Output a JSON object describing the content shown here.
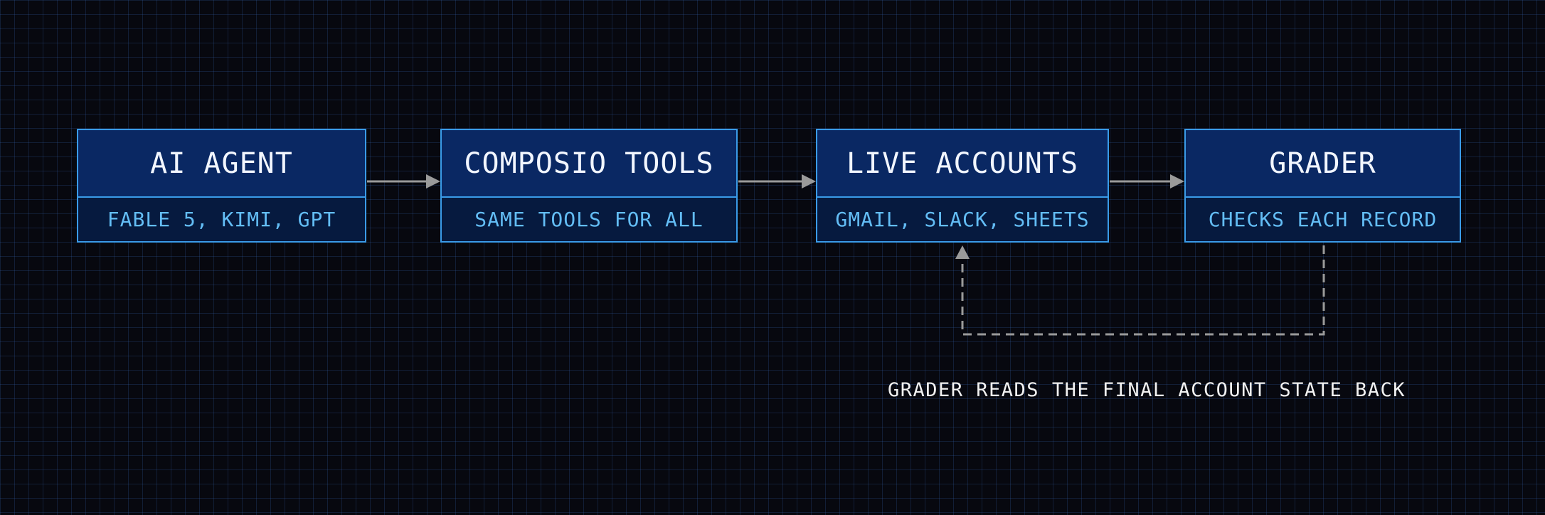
{
  "nodes": [
    {
      "title": "AI AGENT",
      "subtitle": "FABLE 5, KIMI, GPT"
    },
    {
      "title": "COMPOSIO TOOLS",
      "subtitle": "SAME TOOLS FOR ALL"
    },
    {
      "title": "LIVE ACCOUNTS",
      "subtitle": "GMAIL, SLACK, SHEETS"
    },
    {
      "title": "GRADER",
      "subtitle": "CHECKS EACH RECORD"
    }
  ],
  "feedback_caption": "GRADER READS THE FINAL ACCOUNT STATE BACK",
  "colors": {
    "background": "#07080f",
    "grid": "#1e3760",
    "node_border": "#3a9be8",
    "node_title_bg": "#0a2863",
    "node_sub_bg": "#061a3f",
    "title_text": "#f2f6ff",
    "subtitle_text": "#63bdf5",
    "connector": "#9a9a9a"
  }
}
